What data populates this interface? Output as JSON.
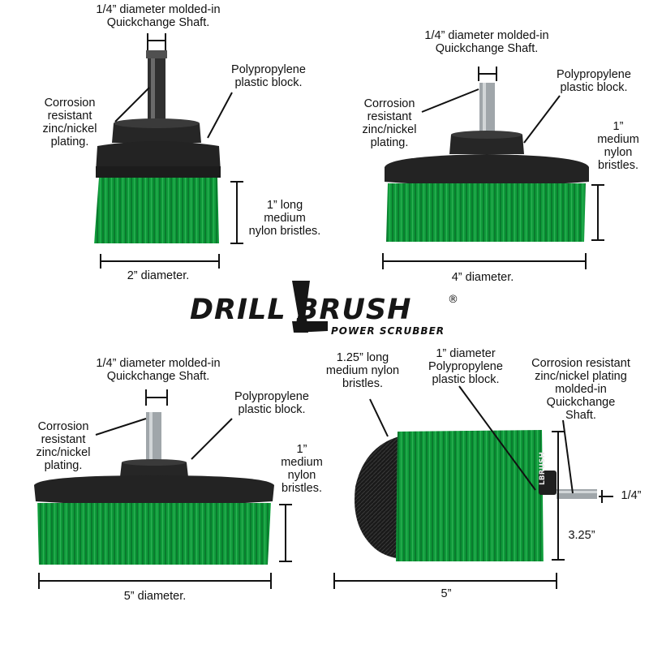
{
  "logo": {
    "main": "DRILL BRUSH",
    "registered": "®",
    "sub": "POWER SCRUBBER",
    "collar_text": "LBRUSH"
  },
  "colors": {
    "bristle_green": "#0f9a3a",
    "bristle_dark_green": "#08662a",
    "block_black": "#262626",
    "steel": "#9ea4a8",
    "black_bristle": "#141414"
  },
  "panels": {
    "two_inch": {
      "shaft": [
        "1/4” diameter molded-in",
        "Quickchange Shaft."
      ],
      "plating": [
        "Corrosion",
        "resistant",
        "zinc/nickel",
        "plating."
      ],
      "block": [
        "Polypropylene",
        "plastic block."
      ],
      "bristles": [
        "1” long",
        "medium",
        "nylon bristles."
      ],
      "diameter": "2” diameter."
    },
    "four_inch": {
      "shaft": [
        "1/4” diameter molded-in",
        "Quickchange Shaft."
      ],
      "plating": [
        "Corrosion",
        "resistant",
        "zinc/nickel",
        "plating."
      ],
      "block": [
        "Polypropylene",
        "plastic block."
      ],
      "bristles": [
        "1”",
        "medium",
        "nylon",
        "bristles."
      ],
      "diameter": "4” diameter."
    },
    "five_inch": {
      "shaft": [
        "1/4” diameter molded-in",
        "Quickchange Shaft."
      ],
      "plating": [
        "Corrosion",
        "resistant",
        "zinc/nickel",
        "plating."
      ],
      "block": [
        "Polypropylene",
        "plastic block."
      ],
      "bristles": [
        "1”",
        "medium",
        "nylon",
        "bristles."
      ],
      "diameter": "5” diameter."
    },
    "original": {
      "bristles": [
        "1.25” long",
        "medium nylon",
        "bristles."
      ],
      "block": [
        "1” diameter",
        "Polypropylene",
        "plastic block."
      ],
      "plating": [
        "Corrosion resistant",
        "zinc/nickel plating",
        "molded-in",
        "Quickchange",
        "Shaft."
      ],
      "shaft_size": "1/4”",
      "height": "3.25”",
      "length": "5”"
    }
  }
}
